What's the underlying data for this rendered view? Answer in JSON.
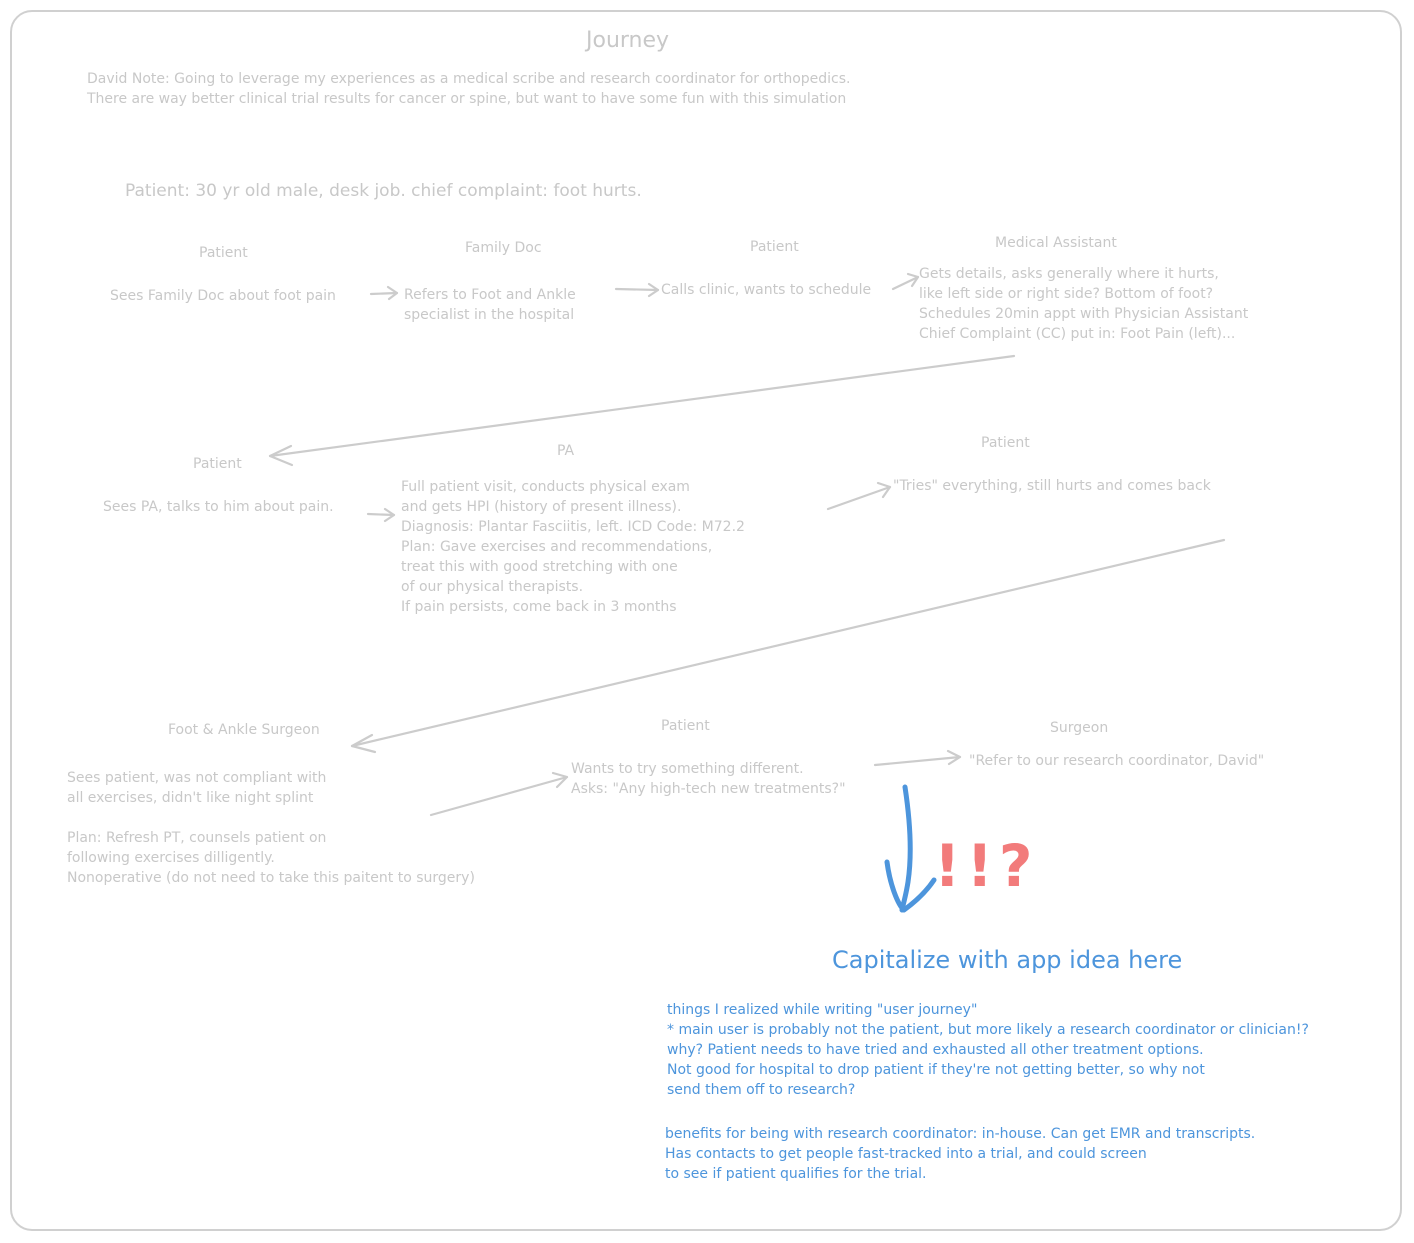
{
  "title": "Journey",
  "note": "David Note: Going to leverage my experiences as a medical scribe and research coordinator for orthopedics.\nThere are way better clinical trial results for cancer or spine, but want to have some fun with this simulation",
  "patient_summary": "Patient: 30 yr old male, desk job. chief complaint: foot hurts.",
  "row1": {
    "s1_label": "Patient",
    "s1_text": "Sees Family Doc about foot pain",
    "s2_label": "Family Doc",
    "s2_text": "Refers to Foot and Ankle\nspecialist in the hospital",
    "s3_label": "Patient",
    "s3_text": "Calls clinic, wants to schedule",
    "s4_label": "Medical Assistant",
    "s4_text": "Gets details, asks generally where it hurts,\nlike left side or right side? Bottom of foot?\nSchedules 20min appt with Physician Assistant\nChief Complaint (CC) put in: Foot Pain (left)..."
  },
  "row2": {
    "s1_label": "Patient",
    "s1_text": "Sees PA, talks to him about pain.",
    "s2_label": "PA",
    "s2_text": "Full patient visit, conducts physical exam\nand gets HPI (history of present illness).\nDiagnosis: Plantar Fasciitis, left. ICD Code: M72.2\nPlan: Gave exercises and recommendations,\ntreat this with good stretching with one\nof our physical therapists.\nIf pain persists, come back in 3 months",
    "s3_label": "Patient",
    "s3_text": "\"Tries\" everything, still hurts and comes back"
  },
  "row3": {
    "s1_label": "Foot & Ankle Surgeon",
    "s1_text": "Sees patient, was not compliant with\nall exercises, didn't like night splint\n\nPlan: Refresh PT, counsels patient on\nfollowing exercises dilligently.\nNonoperative (do not need to take this paitent to surgery)",
    "s2_label": "Patient",
    "s2_text": "Wants to try something different.\nAsks: \"Any high-tech new treatments?\"",
    "s3_label": "Surgeon",
    "s3_text": "\"Refer to our research coordinator, David\""
  },
  "exclaim": "!!?",
  "capitalize": "Capitalize with app idea here",
  "realized": "things I realized while writing \"user journey\"\n* main user is probably not the patient, but more likely a research coordinator or clinician!?\nwhy? Patient needs to have tried and exhausted all other treatment options.\nNot good for hospital to drop patient if they're not getting better, so why not\nsend them off to research?",
  "benefits": "benefits for being with research coordinator: in-house. Can get EMR and transcripts.\nHas contacts to get people fast-tracked into a trial, and could screen\nto see if patient qualifies for the trial.",
  "colors": {
    "grey": "#c8c8c8",
    "blue": "#4d95dc",
    "red": "#f27b7b"
  }
}
